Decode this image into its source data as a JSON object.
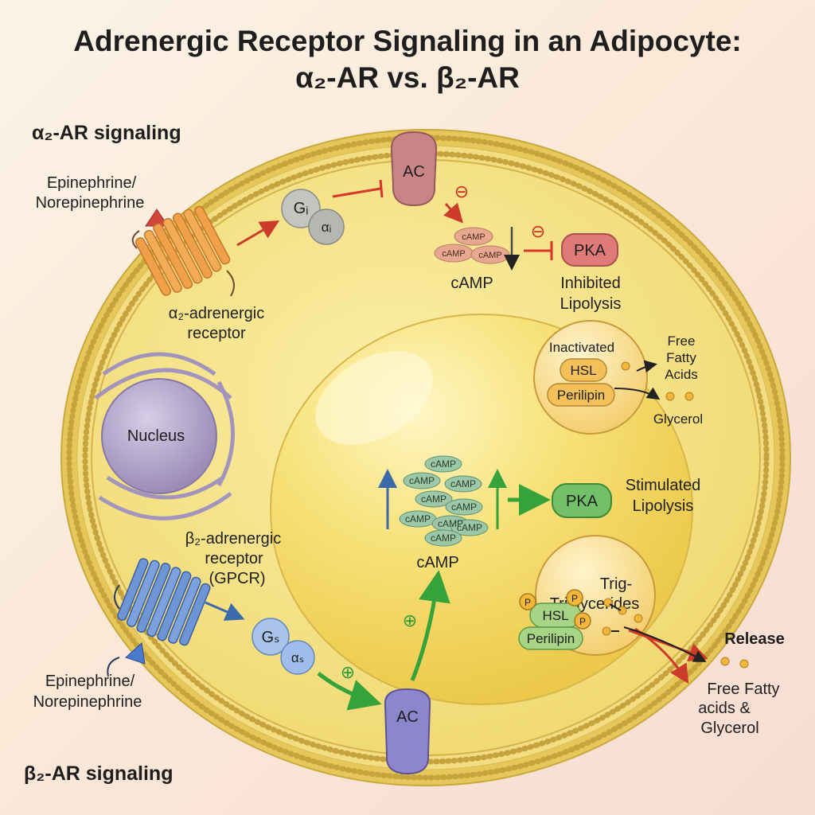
{
  "title": {
    "line1": "Adrenergic Receptor Signaling in an Adipocyte:",
    "line2": "α₂-AR vs. β₂-AR"
  },
  "alpha2": {
    "section_label": "α₂-AR signaling",
    "ligand_line1": "Epinephrine/",
    "ligand_line2": "Norepinephrine",
    "receptor_line1": "α₂-adrenergic",
    "receptor_line2": "receptor",
    "g_protein": {
      "main": "Gᵢ",
      "alpha": "αᵢ"
    },
    "ac_label": "AC",
    "inhibit_symbol": "⊖",
    "camp_molecules": [
      "cAMP",
      "cAMP",
      "cAMP"
    ],
    "camp_label": "cAMP",
    "pka_label": "PKA",
    "outcome_line1": "Inhibited",
    "outcome_line2": "Lipolysis"
  },
  "droplet_inactive": {
    "state_label": "Inactivated",
    "hsl_label": "HSL",
    "perilipin_label": "Perilipin",
    "ffa_line1": "Free",
    "ffa_line2": "Fatty",
    "ffa_line3": "Acids",
    "glycerol_label": "Glycerol"
  },
  "nucleus": {
    "label": "Nucleus"
  },
  "beta2": {
    "section_label": "β₂-AR signaling",
    "ligand_line1": "Epinephrine/",
    "ligand_line2": "Norepinephrine",
    "receptor_line1": "β₂-adrenergic",
    "receptor_line2": "receptor",
    "receptor_line3": "(GPCR)",
    "g_protein": {
      "main": "Gₛ",
      "alpha": "αₛ"
    },
    "ac_label": "AC",
    "stimulate_symbol": "⊕",
    "camp_molecules": [
      "cAMP",
      "cAMP",
      "cAMP",
      "cAMP",
      "cAMP",
      "cAMP",
      "cAMP",
      "cAMP",
      "cAMP"
    ],
    "camp_label": "cAMP",
    "pka_label": "PKA",
    "outcome_line1": "Stimulated",
    "outcome_line2": "Lipolysis"
  },
  "droplet_active": {
    "label_line1": "Trig-",
    "label_line2": "Triglycerides",
    "phosphate_label": "P",
    "hsl_label": "HSL",
    "perilipin_label": "Perilipin",
    "release_label": "Release",
    "product_line1": "Free Fatty",
    "product_line2": "acids &",
    "product_line3": "Glycerol"
  },
  "colors": {
    "cell_membrane": "#e2c557",
    "cytoplasm": "#f6e58c",
    "lipid_droplet": "#f2d858",
    "alpha_receptor": "#f0a048",
    "beta_receptor": "#6e95d6",
    "inhibit": "#d8342a",
    "stimulate": "#3aa040",
    "pka_inhibited": "#e07a78",
    "pka_stimulated": "#72c068",
    "camp_inhibited": "#e8a890",
    "camp_stimulated": "#9cc8a8"
  }
}
